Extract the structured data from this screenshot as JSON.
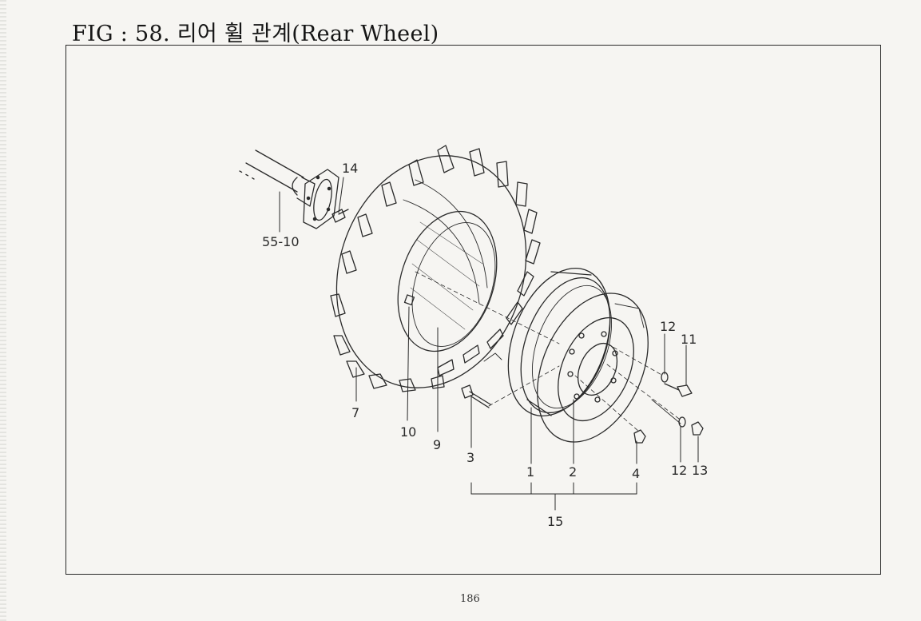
{
  "page": {
    "title": "FIG : 58. 리어 휠 관계(Rear Wheel)",
    "page_number": "186"
  },
  "callouts": {
    "c14": "14",
    "c55_10": "55-10",
    "c7": "7",
    "c10": "10",
    "c9": "9",
    "c3": "3",
    "c1": "1",
    "c2": "2",
    "c4": "4",
    "c12a": "12",
    "c11": "11",
    "c12b": "12",
    "c13": "13",
    "c15": "15"
  },
  "colors": {
    "ink": "#2a2a2a",
    "paper": "#f6f5f2"
  }
}
